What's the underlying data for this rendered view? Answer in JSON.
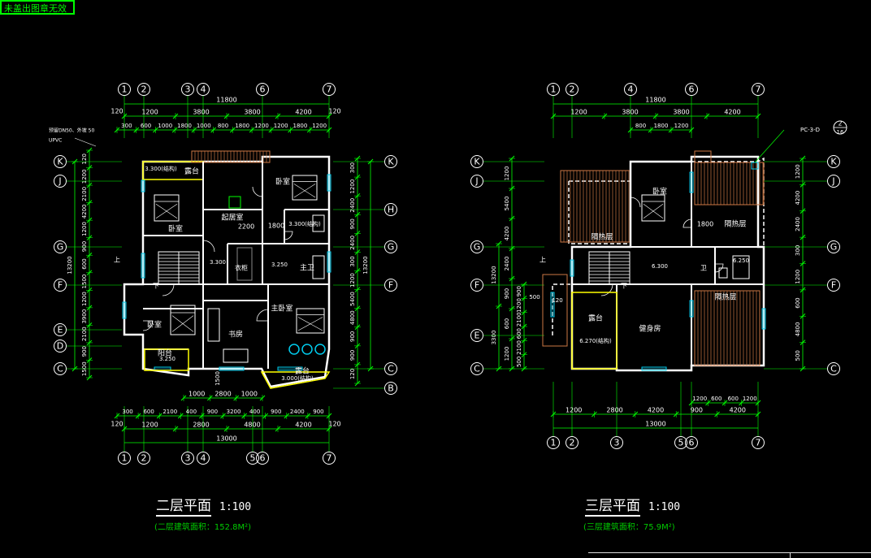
{
  "stamp": "未盖出图章无效",
  "left_plan": {
    "title": "二层平面",
    "scale": "1:100",
    "area_note": "(二层建筑面积：152.8M²)",
    "axis_top": [
      "1",
      "2",
      "3",
      "4",
      "6",
      "7"
    ],
    "axis_bottom": [
      "1",
      "2",
      "3",
      "4",
      "5",
      "6",
      "7"
    ],
    "axis_left": [
      "K",
      "J",
      "G",
      "F",
      "E",
      "D",
      "C"
    ],
    "axis_right": [
      "K",
      "H",
      "G",
      "F",
      "C",
      "B"
    ],
    "dim_total_top": "11800",
    "dim_top_edge": [
      "120",
      "120"
    ],
    "dim_top_row1": [
      "1200",
      "3800",
      "3800",
      "4200"
    ],
    "dim_top_row2": [
      "300",
      "600",
      "1000",
      "1800",
      "1000",
      "800",
      "1800",
      "1200",
      "1200",
      "1800",
      "1200"
    ],
    "dim_bottom_row1": [
      "1000",
      "2800",
      "1000"
    ],
    "dim_bottom_row2": [
      "300",
      "600",
      "2100",
      "400",
      "900",
      "3200",
      "400",
      "900",
      "2400",
      "900"
    ],
    "dim_bottom_row3": [
      "1200",
      "2800",
      "4800",
      "4200"
    ],
    "dim_bottom_edge": [
      "120",
      "120"
    ],
    "dim_total_bottom": "13000",
    "dim_left": [
      "120",
      "1200",
      "2100",
      "4200",
      "1200",
      "900",
      "600",
      "1500",
      "1200",
      "3900",
      "2100",
      "900",
      "1500",
      "120",
      "13200"
    ],
    "dim_right": [
      "300",
      "1200",
      "2400",
      "900",
      "2400",
      "300",
      "1200",
      "5400",
      "4800",
      "900",
      "900",
      "120",
      "13200"
    ],
    "rooms": {
      "bedroom_nw": "卧室",
      "bedroom_ne": "卧室",
      "living": "起居室",
      "closet": "衣柜",
      "master_bath": "主卫",
      "master_bed": "主卧室",
      "bedroom_sw": "卧室",
      "study": "书房",
      "balcony": "阳台",
      "terrace_n": "露台",
      "terrace_s": "露台",
      "up": "上",
      "down": "下"
    },
    "levels": {
      "terrace_n": "3.300(结构)",
      "bath_n": "3.300(结构)",
      "stair": "3.300",
      "bath_s": "3.250",
      "balcony": "3.250",
      "terrace_s": "3.000(结构)"
    },
    "dims_inner": [
      "2200",
      "1800",
      "1500"
    ],
    "notes": [
      "预留DN50、外坡 50",
      "UPVC"
    ]
  },
  "right_plan": {
    "title": "三层平面",
    "scale": "1:100",
    "area_note": "(三层建筑面积：75.9M²)",
    "axis_top": [
      "1",
      "2",
      "4",
      "6",
      "7"
    ],
    "axis_bottom": [
      "1",
      "2",
      "3",
      "5",
      "6",
      "7"
    ],
    "axis_left": [
      "K",
      "J",
      "G",
      "F",
      "E",
      "C"
    ],
    "axis_right": [
      "K",
      "J",
      "G",
      "F",
      "C"
    ],
    "dim_total_top": "11800",
    "dim_top_row1": [
      "1200",
      "3800",
      "3800",
      "4200"
    ],
    "dim_top_row2": [
      "800",
      "1800",
      "1200"
    ],
    "dim_bottom_row1": [
      "1200",
      "600",
      "600",
      "1200"
    ],
    "dim_bottom_row2": [
      "1200",
      "2800",
      "4200",
      "900",
      "4200"
    ],
    "dim_total_bottom": "13000",
    "dim_left": [
      "1200",
      "5400",
      "4200",
      "2400",
      "900",
      "600",
      "1200",
      "13200",
      "3300",
      "900",
      "1200",
      "2100",
      "600",
      "2100",
      "500"
    ],
    "dim_right": [
      "1200",
      "4200",
      "2400",
      "300",
      "1200",
      "600",
      "4800",
      "500"
    ],
    "rooms": {
      "bedroom": "卧室",
      "insul_1": "隔热层",
      "insul_2": "隔热层",
      "insul_3": "隔热层",
      "bath": "卫",
      "terrace": "露台",
      "gym": "健身房",
      "up": "上",
      "down": "下"
    },
    "levels": {
      "stair": "6.300",
      "bath": "6.250",
      "terrace": "6.270(结构)"
    },
    "dims_inner": [
      "1800",
      "120",
      "500"
    ],
    "detail_ref": "PC-3-D",
    "detail_page": "16",
    "detail_no": "2"
  }
}
